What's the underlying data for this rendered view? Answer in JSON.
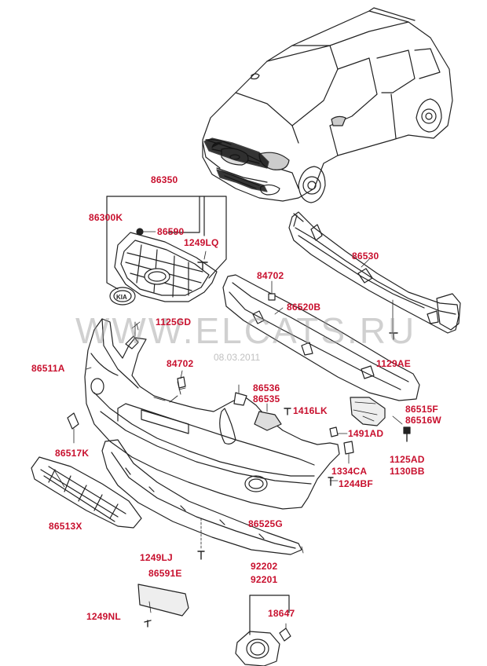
{
  "watermark": {
    "text": "WWW.ELCATS.RU",
    "date": "08.03.2011"
  },
  "colors": {
    "label": "#c8102e",
    "line": "#222222"
  },
  "parts": {
    "p86350": "86350",
    "p86300K": "86300K",
    "p86590": "86590",
    "p1249LQ": "1249LQ",
    "p86530": "86530",
    "p84702a": "84702",
    "p86520B": "86520B",
    "p1125GD": "1125GD",
    "p86511A": "86511A",
    "p84702b": "84702",
    "p86536": "86536",
    "p86535": "86535",
    "p1416LK": "1416LK",
    "p1129AE": "1129AE",
    "p86515F": "86515F",
    "p86516W": "86516W",
    "p86517K": "86517K",
    "p1491AD": "1491AD",
    "p1125AD": "1125AD",
    "p1130BB": "1130BB",
    "p1334CA": "1334CA",
    "p1244BF": "1244BF",
    "p86513X": "86513X",
    "p86525G": "86525G",
    "p1249LJ": "1249LJ",
    "p92202": "92202",
    "p92201": "92201",
    "p86591E": "86591E",
    "p18647": "18647",
    "p1249NL": "1249NL"
  }
}
